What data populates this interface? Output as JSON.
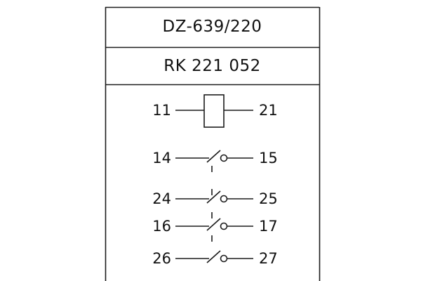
{
  "header": {
    "model_number": "DZ-639/220",
    "type_code": "RK 221 052"
  },
  "schematic": {
    "coil": {
      "left_terminal": "11",
      "right_terminal": "21"
    },
    "contacts": [
      {
        "left_terminal": "14",
        "right_terminal": "15"
      },
      {
        "left_terminal": "24",
        "right_terminal": "25"
      },
      {
        "left_terminal": "16",
        "right_terminal": "17"
      },
      {
        "left_terminal": "26",
        "right_terminal": "27"
      }
    ]
  },
  "colors": {
    "line": "#1c1c1c",
    "text": "#111111",
    "background": "#ffffff"
  }
}
